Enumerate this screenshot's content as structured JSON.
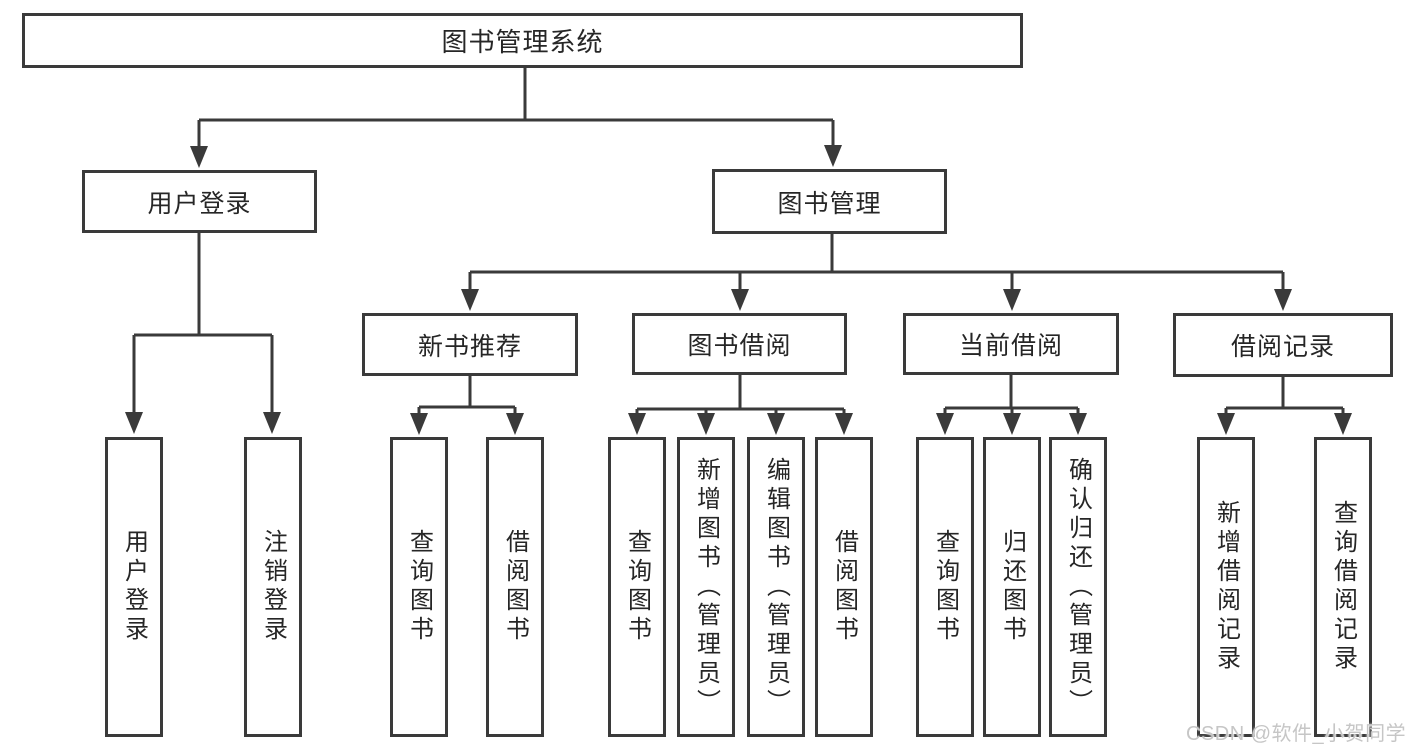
{
  "diagram": {
    "root": {
      "label": "图书管理系统"
    },
    "level2": [
      {
        "label": "用户登录"
      },
      {
        "label": "图书管理"
      }
    ],
    "level3": [
      {
        "label": "新书推荐"
      },
      {
        "label": "图书借阅"
      },
      {
        "label": "当前借阅"
      },
      {
        "label": "借阅记录"
      }
    ],
    "leaves": {
      "user_login": [
        "用户登录",
        "注销登录"
      ],
      "new_books": [
        "查询图书",
        "借阅图书"
      ],
      "book_borrow": [
        "查询图书",
        "新增图书（管理员）",
        "编辑图书（管理员）",
        "借阅图书"
      ],
      "current_borrow": [
        "查询图书",
        "归还图书",
        "确认归还（管理员）"
      ],
      "borrow_records": [
        "新增借阅记录",
        "查询借阅记录"
      ]
    }
  },
  "watermark": {
    "text": "CSDN @软件_小贺同学"
  },
  "colors": {
    "line": "#3a3a3a",
    "text": "#262626",
    "watermark": "#c6c6c6",
    "background": "#ffffff"
  }
}
